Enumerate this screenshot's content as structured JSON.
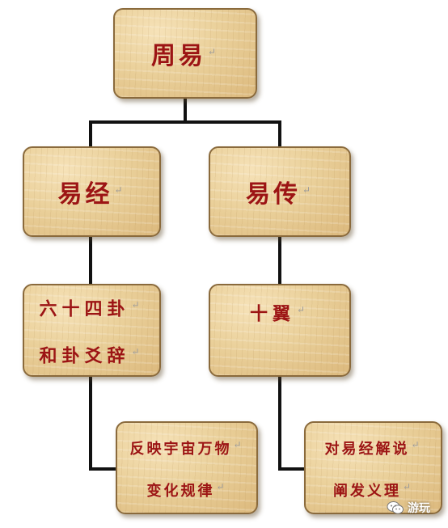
{
  "diagram": {
    "root": {
      "label": "周易"
    },
    "branches": [
      {
        "label": "易经",
        "child": {
          "lines": [
            "六十四卦",
            "和卦爻辞"
          ]
        },
        "leaf": {
          "lines": [
            "反映宇宙万物",
            "变化规律"
          ]
        }
      },
      {
        "label": "易传",
        "child": {
          "lines": [
            "十翼"
          ]
        },
        "leaf": {
          "lines": [
            "对易经解说",
            "阐发义理"
          ]
        }
      }
    ]
  },
  "style": {
    "text_color": "#9c1414",
    "box_fill": "#e6c892",
    "box_border": "#8a6a3c",
    "line_color": "#111111"
  },
  "paragraph_mark": "↵",
  "watermark": {
    "icon": "wechat-icon",
    "text": "游玩"
  }
}
